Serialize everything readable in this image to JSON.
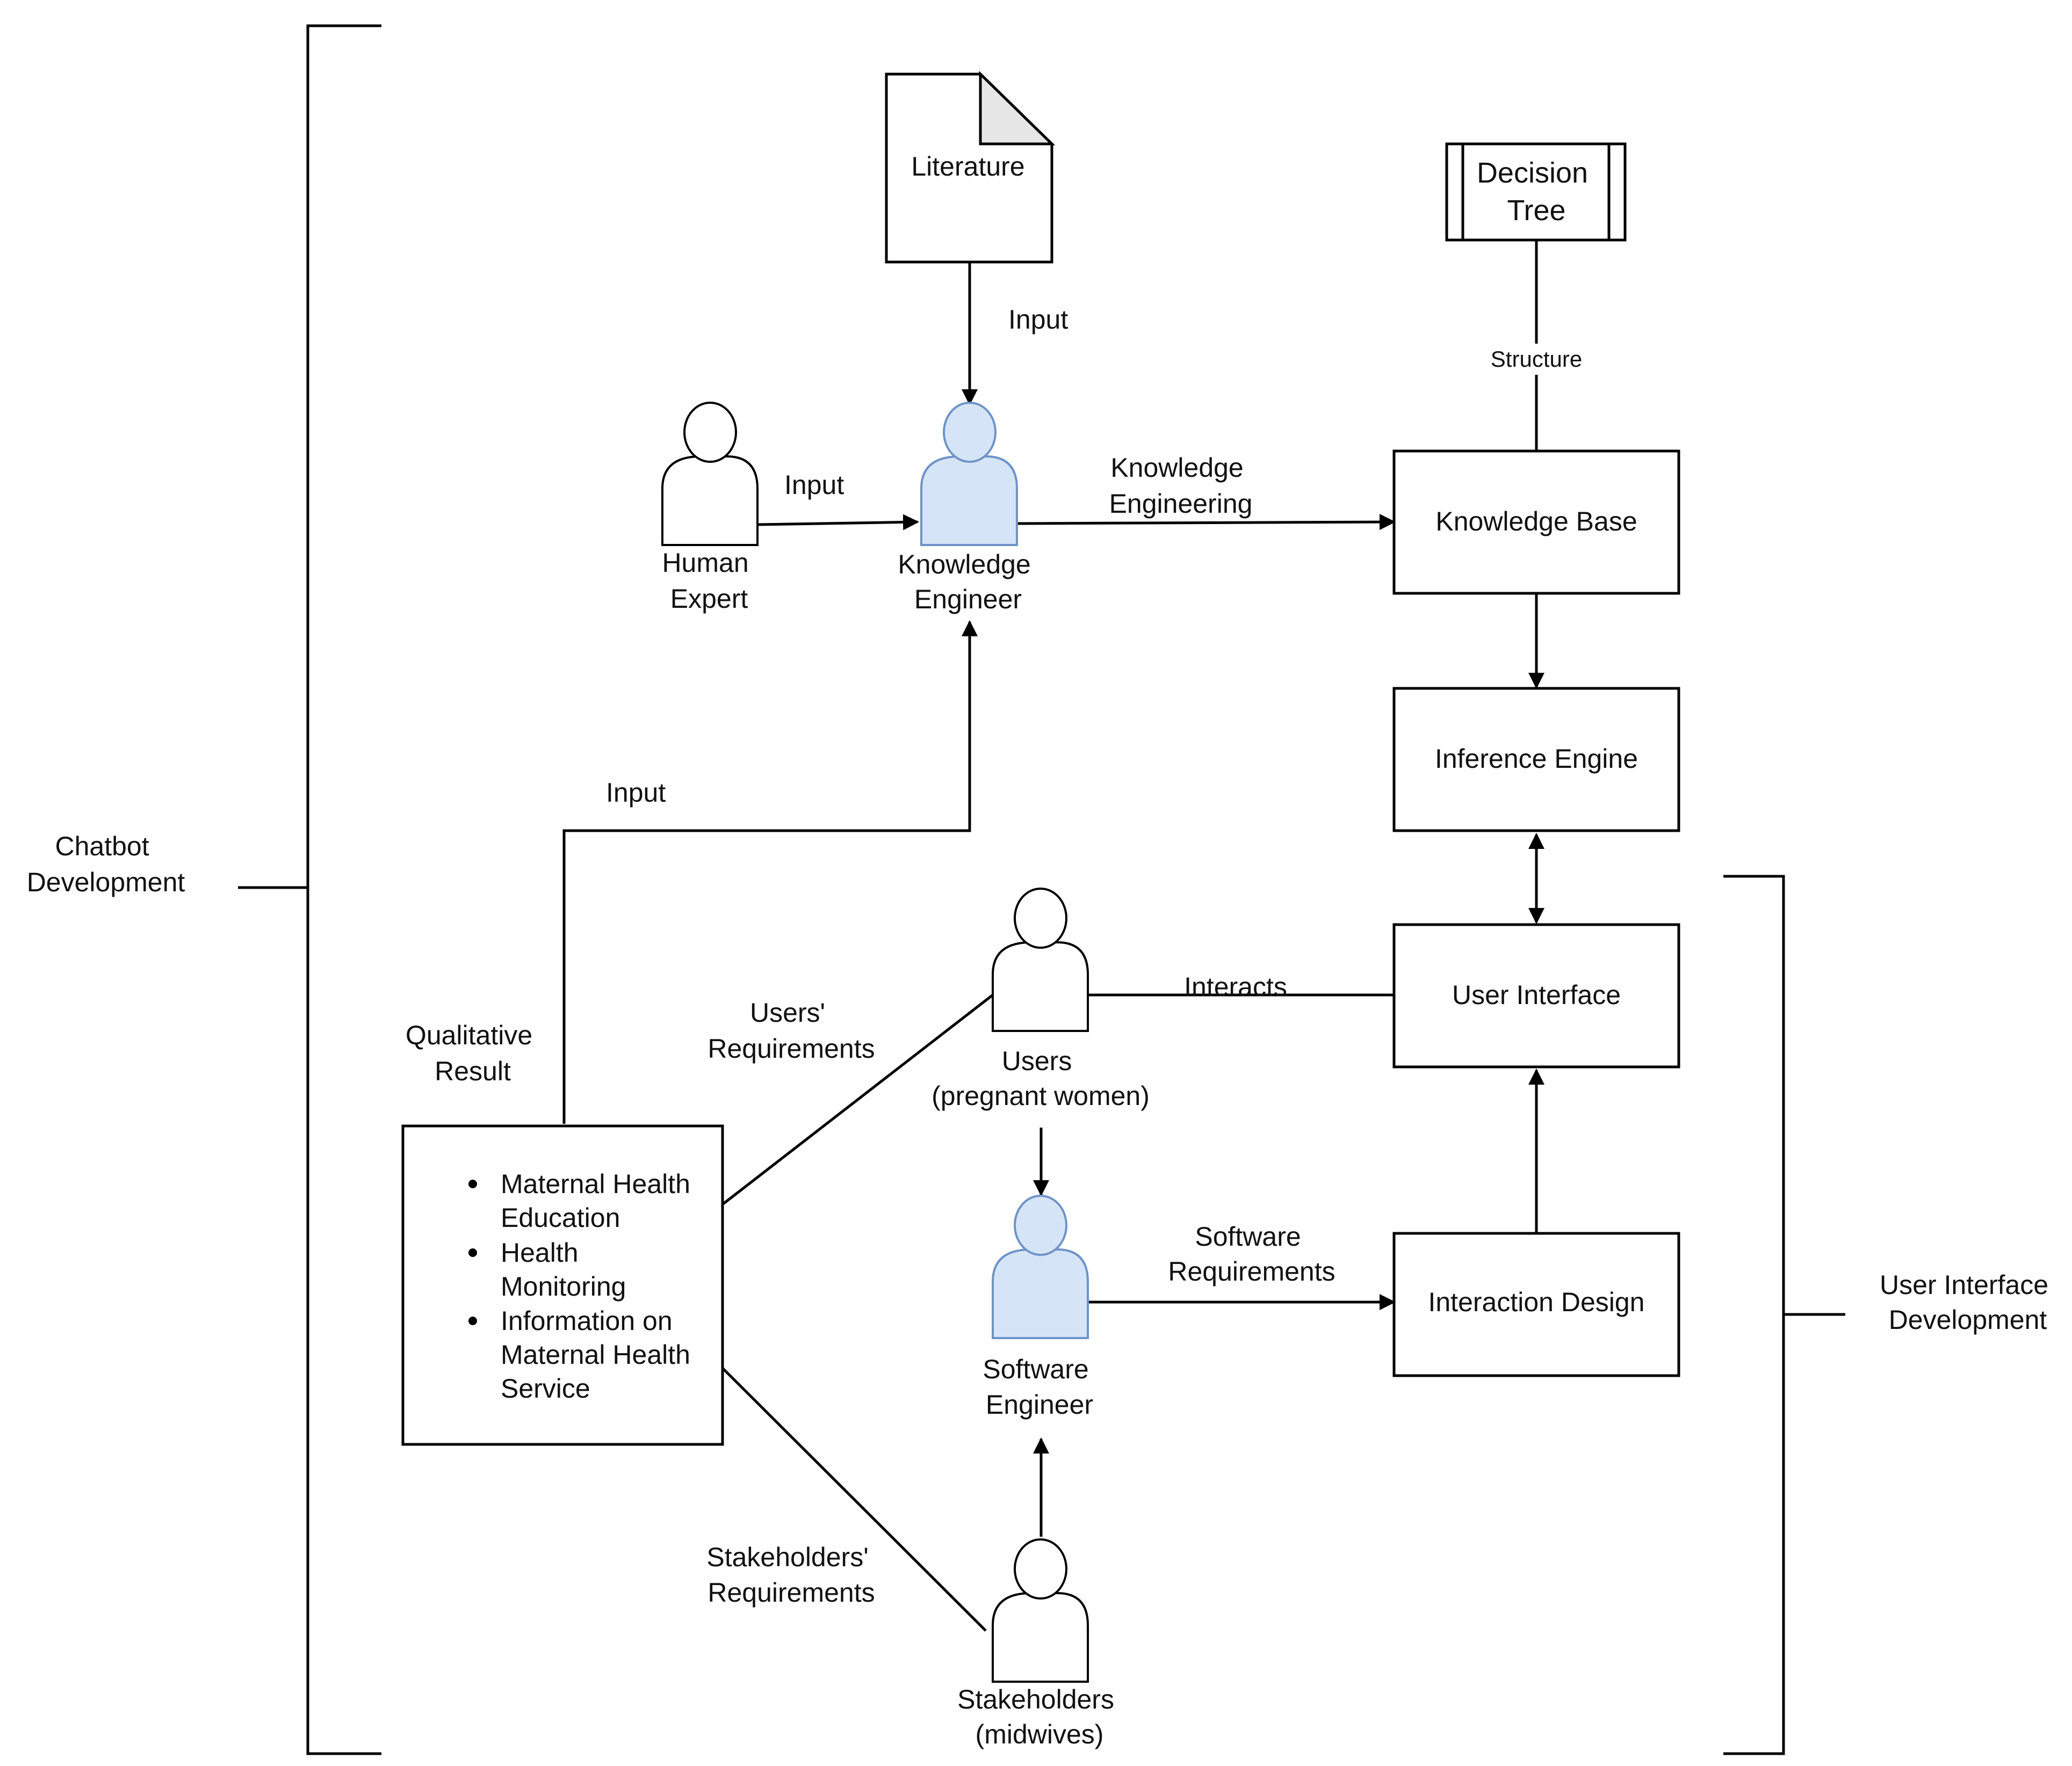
{
  "colors": {
    "stroke": "#000000",
    "engineer_fill": "#d6e4f7",
    "engineer_stroke": "#6e93c7",
    "actor_fill": "#ffffff",
    "document_fold": "#e6e6e6"
  },
  "brackets": {
    "left_label": [
      "Chatbot",
      "Development"
    ],
    "right_label": [
      "User Interface",
      "Development"
    ]
  },
  "nodes": {
    "literature": "Literature",
    "decision_tree": [
      "Decision",
      "Tree"
    ],
    "human_expert": [
      "Human",
      "Expert"
    ],
    "knowledge_engineer": [
      "Knowledge",
      "Engineer"
    ],
    "knowledge_base": "Knowledge Base",
    "inference_engine": "Inference Engine",
    "user_interface": "User Interface",
    "interaction_design": "Interaction Design",
    "users": [
      "Users",
      "(pregnant women)"
    ],
    "software_engineer": [
      "Software",
      "Engineer"
    ],
    "stakeholders": [
      "Stakeholders",
      "(midwives)"
    ],
    "qualitative_result": {
      "label": [
        "Qualitative",
        "Result"
      ],
      "items": [
        [
          "Maternal Health",
          "Education"
        ],
        [
          "Health",
          "Monitoring"
        ],
        [
          "Information on",
          "Maternal Health",
          "Service"
        ]
      ]
    }
  },
  "edges": {
    "literature_input": "Input",
    "expert_input": "Input",
    "knowledge_engineering": [
      "Knowledge",
      "Engineering"
    ],
    "structure": "Structure",
    "qualitative_input": "Input",
    "users_requirements": [
      "Users'",
      "Requirements"
    ],
    "interacts": "Interacts",
    "software_requirements": [
      "Software",
      "Requirements"
    ],
    "stakeholders_requirements": [
      "Stakeholders'",
      "Requirements"
    ]
  }
}
